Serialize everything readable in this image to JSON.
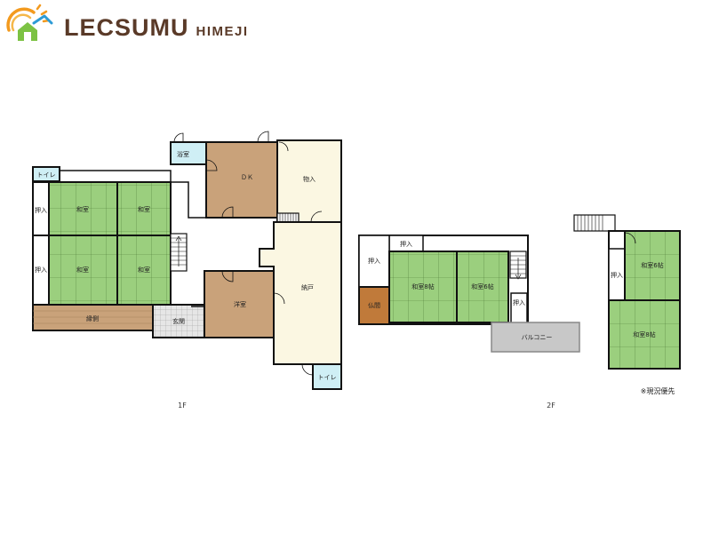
{
  "brand": {
    "name": "LECSUMU",
    "subname": "HIMEJI"
  },
  "colors": {
    "tatami": "#9bcf7e",
    "tatami_line": "#4d7a38",
    "wood": "#c9a27a",
    "wall": "#111111",
    "balcony": "#c8c8c8",
    "genkan": "#e0e0e0",
    "toilet": "#cfeff5",
    "butsuma": "#c07a3a",
    "accent_orange": "#f39a1e",
    "accent_blue": "#2d9bd6",
    "accent_green": "#7cc243"
  },
  "floor_labels": {
    "first": "1F",
    "second": "2F"
  },
  "note": "※現況優先",
  "rooms_1f": {
    "toilet_a": "トイレ",
    "bath": "浴室",
    "dk": "ＤＫ",
    "storage": "物入",
    "oshiire_a": "押入",
    "washitsu_a": "和室",
    "washitsu_b": "和室",
    "oshiire_b": "押入",
    "washitsu_c": "和室",
    "washitsu_d": "和室",
    "engawa": "縁側",
    "genkan": "玄関",
    "youshitsu": "洋室",
    "nando": "納戸",
    "toilet_b": "トイレ"
  },
  "rooms_2f": {
    "oshiire_top": "押入",
    "oshiire_left": "押入",
    "washitsu_8": "和室8帖",
    "washitsu_6": "和室6帖",
    "butsuma": "仏間",
    "oshiire_right": "押入",
    "balcony": "バルコニー",
    "washitsu_6_right": "和室6帖",
    "oshiire_wing": "押入",
    "washitsu_8_right": "和室8帖"
  }
}
